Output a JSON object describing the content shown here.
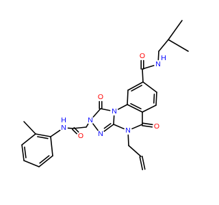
{
  "molecule": {
    "element_colors": {
      "C": "#000000",
      "N": "#0000ff",
      "O": "#ff0000"
    },
    "atoms": [
      {
        "id": "c_iso",
        "el": "C"
      },
      {
        "id": "c_iso_m1",
        "el": "C"
      },
      {
        "id": "c_iso_m2",
        "el": "C"
      },
      {
        "id": "c_ch2",
        "el": "C"
      },
      {
        "id": "n_amide1",
        "el": "N",
        "label": "N",
        "h": "H",
        "h_side": "top-right"
      },
      {
        "id": "c_amide1",
        "el": "C"
      },
      {
        "id": "o_amide1",
        "el": "O",
        "label": "O"
      },
      {
        "id": "b1",
        "el": "C"
      },
      {
        "id": "b2",
        "el": "C"
      },
      {
        "id": "b3",
        "el": "C"
      },
      {
        "id": "b4",
        "el": "C"
      },
      {
        "id": "b5",
        "el": "C"
      },
      {
        "id": "b6",
        "el": "C"
      },
      {
        "id": "n_fused",
        "el": "N",
        "label": "N"
      },
      {
        "id": "c_co1",
        "el": "C"
      },
      {
        "id": "o_co1",
        "el": "O",
        "label": "O"
      },
      {
        "id": "c_co2",
        "el": "C"
      },
      {
        "id": "o_co2",
        "el": "O",
        "label": "O"
      },
      {
        "id": "n_allyl",
        "el": "N",
        "label": "N"
      },
      {
        "id": "c_tz",
        "el": "C"
      },
      {
        "id": "n_tz3",
        "el": "N",
        "label": "N"
      },
      {
        "id": "n_tz2",
        "el": "N",
        "label": "N"
      },
      {
        "id": "c_all1",
        "el": "C"
      },
      {
        "id": "c_all2",
        "el": "C"
      },
      {
        "id": "c_all3",
        "el": "C"
      },
      {
        "id": "c_ch2b",
        "el": "C"
      },
      {
        "id": "c_amide2",
        "el": "C"
      },
      {
        "id": "o_amide2",
        "el": "O",
        "label": "O"
      },
      {
        "id": "n_amide2",
        "el": "N",
        "label": "N",
        "h": "H",
        "h_side": "top"
      },
      {
        "id": "t1",
        "el": "C"
      },
      {
        "id": "t2",
        "el": "C"
      },
      {
        "id": "t3",
        "el": "C"
      },
      {
        "id": "t4",
        "el": "C"
      },
      {
        "id": "t5",
        "el": "C"
      },
      {
        "id": "t6",
        "el": "C"
      },
      {
        "id": "t_me",
        "el": "C"
      }
    ],
    "bonds": [
      [
        "c_iso_m1",
        "c_iso",
        1
      ],
      [
        "c_iso",
        "c_iso_m2",
        1
      ],
      [
        "c_iso",
        "c_ch2",
        1
      ],
      [
        "c_ch2",
        "n_amide1",
        1
      ],
      [
        "n_amide1",
        "c_amide1",
        1
      ],
      [
        "c_amide1",
        "o_amide1",
        2
      ],
      [
        "c_amide1",
        "b1",
        1
      ],
      [
        "b1",
        "b2",
        1
      ],
      [
        "b2",
        "b3",
        2
      ],
      [
        "b3",
        "b4",
        1
      ],
      [
        "b4",
        "b5",
        2
      ],
      [
        "b5",
        "b6",
        1
      ],
      [
        "b6",
        "b1",
        2
      ],
      [
        "b5",
        "n_fused",
        1
      ],
      [
        "n_fused",
        "c_co1",
        1
      ],
      [
        "c_co1",
        "o_co1",
        2
      ],
      [
        "b4",
        "c_co2",
        1
      ],
      [
        "c_co2",
        "o_co2",
        2
      ],
      [
        "c_co2",
        "n_allyl",
        1
      ],
      [
        "n_allyl",
        "c_tz",
        1
      ],
      [
        "c_tz",
        "n_fused",
        1
      ],
      [
        "c_tz",
        "n_tz3",
        2
      ],
      [
        "n_tz3",
        "n_tz2",
        1
      ],
      [
        "n_tz2",
        "c_co1",
        1
      ],
      [
        "n_allyl",
        "c_all1",
        1
      ],
      [
        "c_all1",
        "c_all2",
        1
      ],
      [
        "c_all2",
        "c_all3",
        2
      ],
      [
        "n_tz2",
        "c_ch2b",
        1
      ],
      [
        "c_ch2b",
        "c_amide2",
        1
      ],
      [
        "c_amide2",
        "o_amide2",
        2
      ],
      [
        "c_amide2",
        "n_amide2",
        1
      ],
      [
        "n_amide2",
        "t1",
        1
      ],
      [
        "t1",
        "t2",
        2
      ],
      [
        "t2",
        "t3",
        1
      ],
      [
        "t3",
        "t4",
        2
      ],
      [
        "t4",
        "t5",
        1
      ],
      [
        "t5",
        "t6",
        2
      ],
      [
        "t6",
        "t1",
        1
      ],
      [
        "t2",
        "t_me",
        1
      ]
    ]
  }
}
